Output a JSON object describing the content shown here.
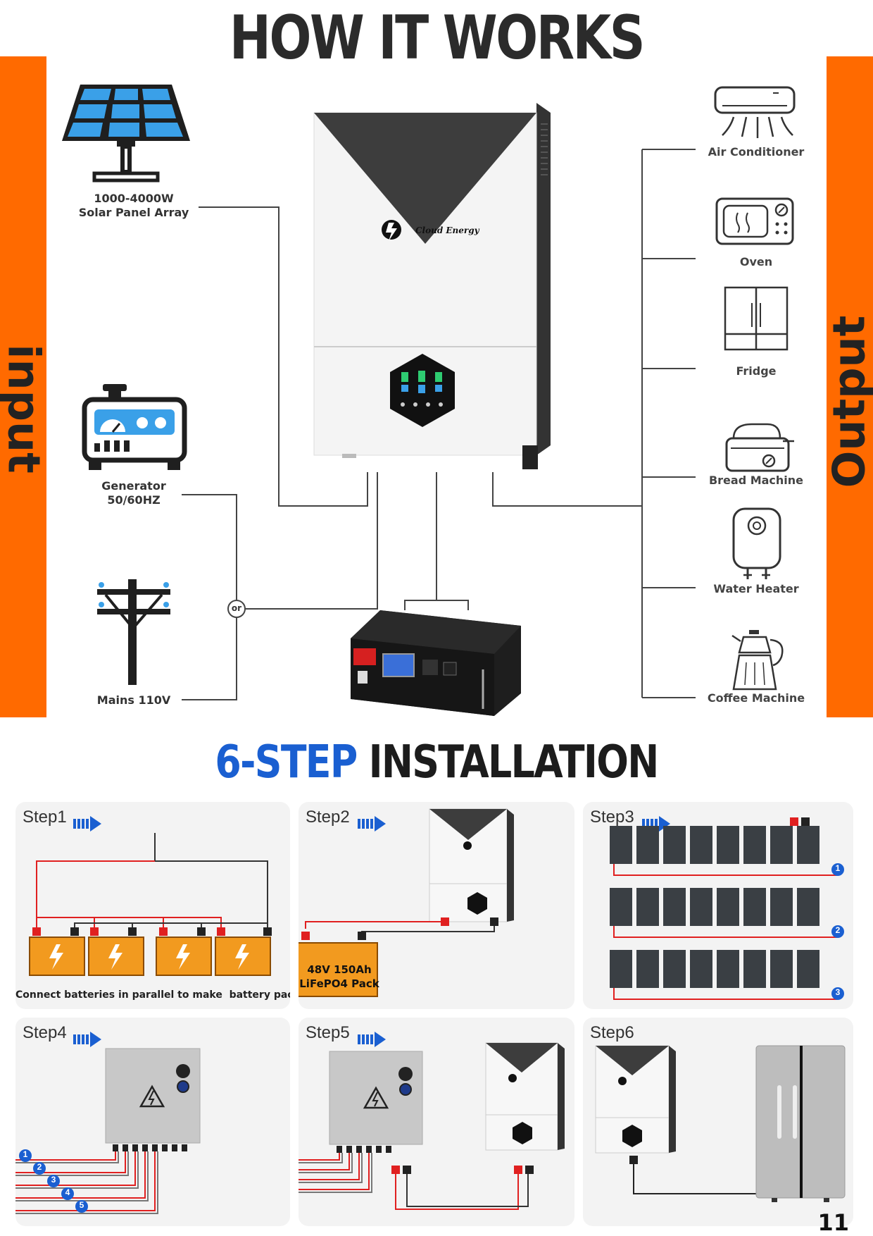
{
  "header": {
    "title": "HOW IT WORKS"
  },
  "sides": {
    "input_label": "input",
    "output_label": "Output"
  },
  "inputs": {
    "solar_line1": "1000-4000W",
    "solar_line2": "Solar Panel Array",
    "generator_line1": "Generator",
    "generator_line2": "50/60HZ",
    "mains": "Mains 110V",
    "or_badge": "or"
  },
  "inverter": {
    "brand": "Cloud Energy"
  },
  "outputs": {
    "items": [
      "Air Conditioner",
      "Oven",
      "Fridge",
      "Bread Machine",
      "Water Heater",
      "Coffee Machine"
    ]
  },
  "installation": {
    "title_highlight": "6-STEP",
    "title_rest": "INSTALLATION",
    "steps": [
      "Step1",
      "Step2",
      "Step3",
      "Step4",
      "Step5",
      "Step6"
    ],
    "step1_caption": "Connect batteries in parallel to make  battery pack",
    "battery_line1": "48V 150Ah",
    "battery_line2": "LiFePO4 Pack",
    "string_numbers": [
      "1",
      "2",
      "3"
    ],
    "breaker_numbers": [
      "1",
      "2",
      "3",
      "4",
      "5"
    ]
  },
  "colors": {
    "accent": "#ff6a00",
    "blue": "#1a5fd1",
    "red": "#e02020"
  },
  "page_number": "11"
}
